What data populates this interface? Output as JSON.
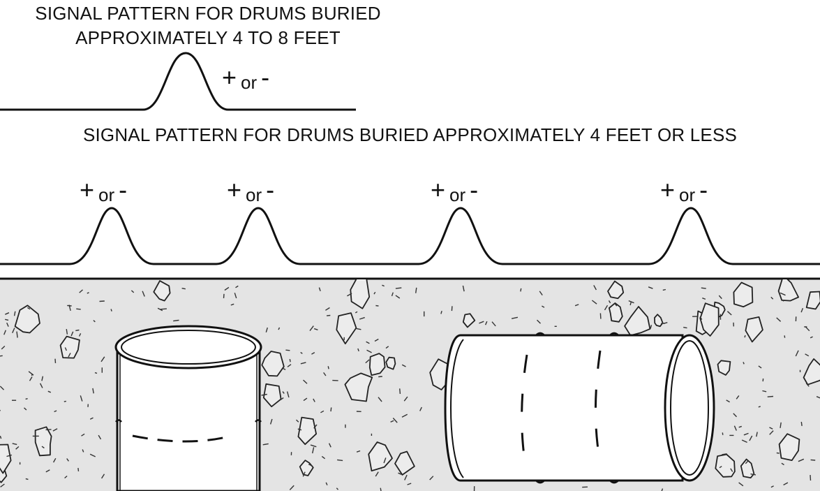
{
  "captions": {
    "deep_line1": "SIGNAL PATTERN FOR DRUMS BURIED",
    "deep_line2": "APPROXIMATELY 4 TO 8 FEET",
    "shallow": "SIGNAL PATTERN FOR DRUMS BURIED APPROXIMATELY 4 FEET OR LESS"
  },
  "polarity_label": {
    "plus": "+",
    "word": "or",
    "minus": "-"
  },
  "colors": {
    "ink": "#111111",
    "soil": "#e4e4e4",
    "drum": "#ffffff"
  },
  "icons": {
    "upright_drum": "drum-upright-icon",
    "horizontal_drum": "drum-horizontal-icon"
  }
}
